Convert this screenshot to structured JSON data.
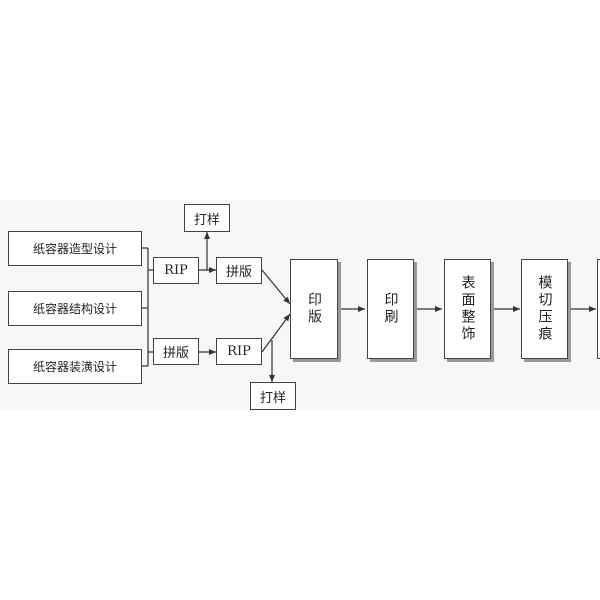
{
  "inputs": [
    {
      "label": "纸容器造型设计"
    },
    {
      "label": "纸容器结构设计"
    },
    {
      "label": "纸容器装潢设计"
    }
  ],
  "upper_branch": {
    "rip": "RIP",
    "impose": "拼版",
    "proof": "打样"
  },
  "lower_branch": {
    "impose": "拼版",
    "rip": "RIP",
    "proof": "打样"
  },
  "stages": [
    {
      "label": "印版"
    },
    {
      "label": "印刷"
    },
    {
      "label": "表面整饰"
    },
    {
      "label": "模切压痕"
    }
  ],
  "colors": {
    "line": "#333333",
    "box_border": "#444444",
    "shadow": "#9a9a9a",
    "background_band": "#f7f7f7"
  }
}
